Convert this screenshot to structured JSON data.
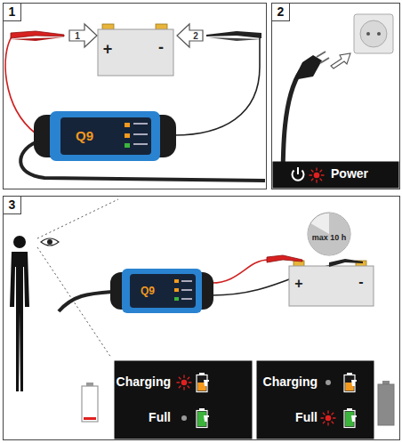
{
  "diagram": {
    "nodes": [
      {
        "text": [
          "1"
        ]
      },
      {
        "text": [
          "2"
        ]
      },
      {
        "text": [
          "Power"
        ],
        "in": 1
      },
      {
        "text": [
          "3"
        ]
      },
      {
        "text": [
          "Charging",
          "Full"
        ],
        "in": 3
      },
      {
        "text": [
          "Charging",
          "Full"
        ],
        "in": 3
      }
    ],
    "labels": [
      "1",
      "2",
      "+",
      "-",
      "Q9",
      "Q9",
      "+",
      "-",
      "max 10 h"
    ]
  }
}
